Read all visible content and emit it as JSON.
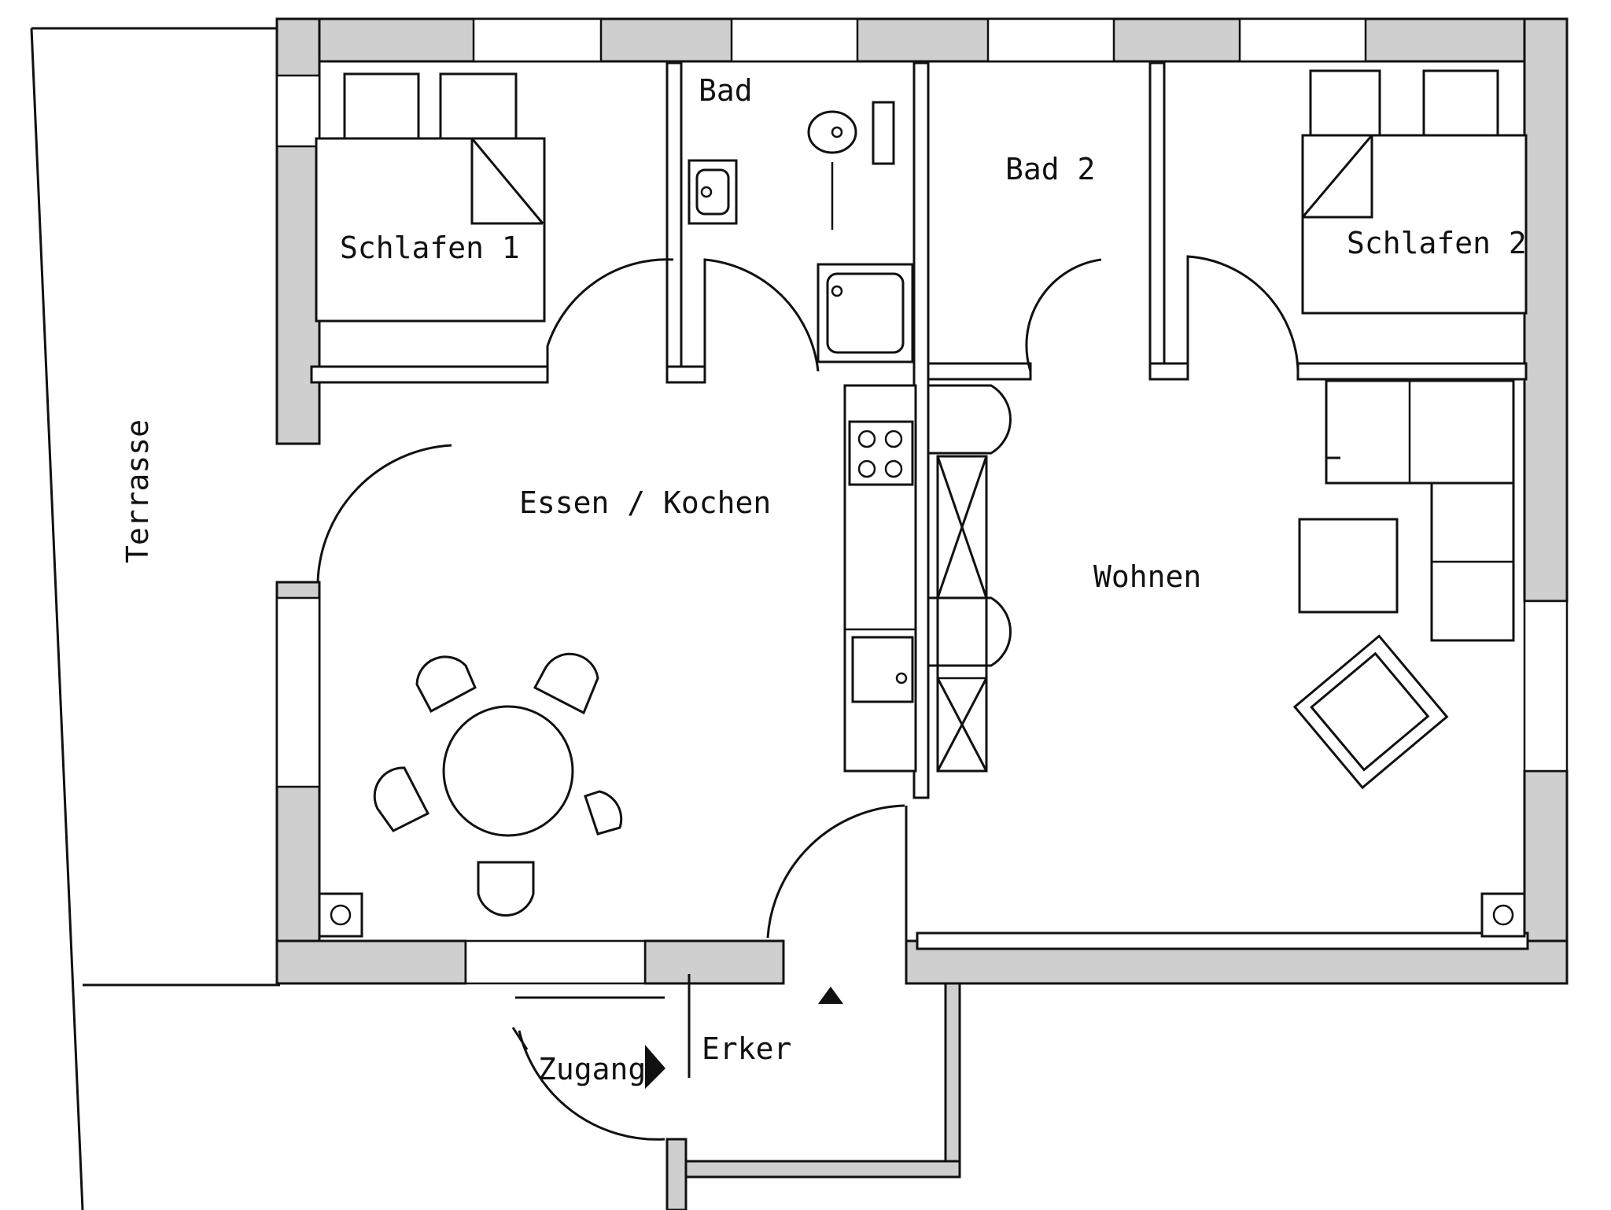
{
  "rooms": {
    "schlafen1": "Schlafen  1",
    "bad": "Bad",
    "bad2": "Bad 2",
    "schlafen2": "Schlafen  2",
    "essen_kochen": "Essen  /  Kochen",
    "wohnen": "Wohnen",
    "terrasse": "Terrasse",
    "erker": "Erker",
    "zugang": "Zugang"
  }
}
